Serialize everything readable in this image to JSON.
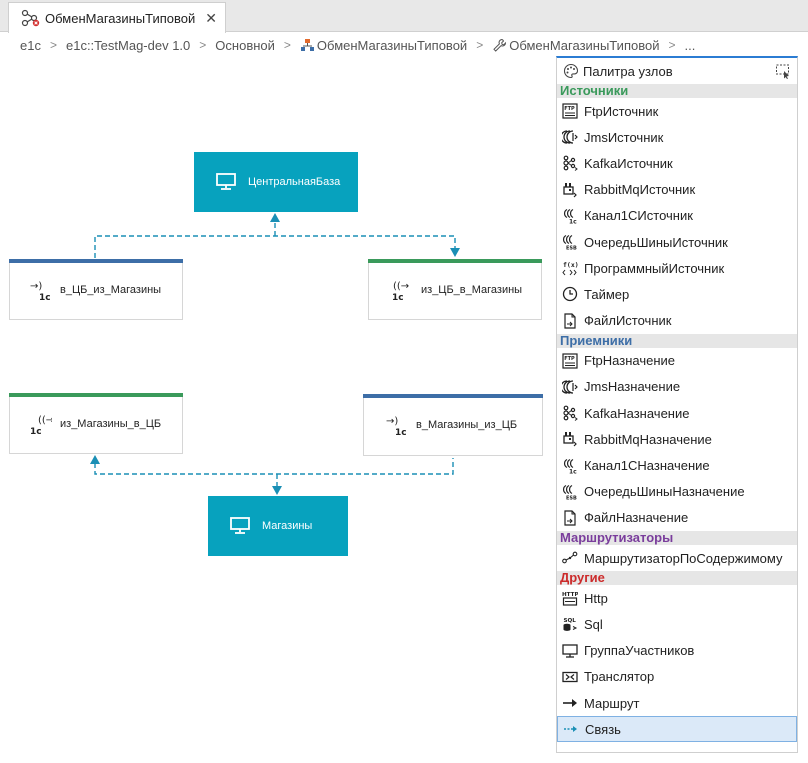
{
  "tab": {
    "title": "ОбменМагазиныТиповой",
    "close": "✕"
  },
  "breadcrumb": [
    "e1c",
    "e1c::TestMag-dev 1.0",
    "Основной",
    "ОбменМагазиныТиповой",
    "ОбменМагазиныТиповой",
    "..."
  ],
  "diagram": {
    "central": "ЦентральнаяБаза",
    "shops": "Магазины",
    "links": [
      "в_ЦБ_из_Магазины",
      "из_ЦБ_в_Магазины",
      "из_Магазины_в_ЦБ",
      "в_Магазины_из_ЦБ"
    ]
  },
  "palette": {
    "title": "Палитра узлов",
    "categories": [
      {
        "label": "Источники",
        "color": "#3a9a5b",
        "items": [
          {
            "label": "FtpИсточник",
            "icon": "ftp-icon"
          },
          {
            "label": "JmsИсточник",
            "icon": "jms-icon"
          },
          {
            "label": "KafkaИсточник",
            "icon": "kafka-icon"
          },
          {
            "label": "RabbitMqИсточник",
            "icon": "rabbitmq-icon"
          },
          {
            "label": "Канал1СИсточник",
            "icon": "channel-1c-icon"
          },
          {
            "label": "ОчередьШиныИсточник",
            "icon": "esb-queue-icon"
          },
          {
            "label": "ПрограммныйИсточник",
            "icon": "code-icon"
          },
          {
            "label": "Таймер",
            "icon": "clock-icon"
          },
          {
            "label": "ФайлИсточник",
            "icon": "file-icon"
          }
        ]
      },
      {
        "label": "Приемники",
        "color": "#3d6ea7",
        "items": [
          {
            "label": "FtpНазначение",
            "icon": "ftp-icon"
          },
          {
            "label": "JmsНазначение",
            "icon": "jms-icon"
          },
          {
            "label": "KafkaНазначение",
            "icon": "kafka-icon"
          },
          {
            "label": "RabbitMqНазначение",
            "icon": "rabbitmq-icon"
          },
          {
            "label": "Канал1СНазначение",
            "icon": "channel-1c-icon"
          },
          {
            "label": "ОчередьШиныНазначение",
            "icon": "esb-queue-icon"
          },
          {
            "label": "ФайлНазначение",
            "icon": "file-icon"
          }
        ]
      },
      {
        "label": "Маршрутизаторы",
        "color": "#7a3d9c",
        "items": [
          {
            "label": "МаршрутизаторПоСодержимому",
            "icon": "router-icon"
          }
        ]
      },
      {
        "label": "Другие",
        "color": "#cc2b2b",
        "items": [
          {
            "label": "Http",
            "icon": "http-icon"
          },
          {
            "label": "Sql",
            "icon": "sql-icon"
          },
          {
            "label": "ГруппаУчастников",
            "icon": "monitor-icon"
          },
          {
            "label": "Транслятор",
            "icon": "translator-icon"
          },
          {
            "label": "Маршрут",
            "icon": "arrow-icon"
          },
          {
            "label": "Связь",
            "icon": "link-icon",
            "selected": true
          }
        ]
      }
    ]
  }
}
